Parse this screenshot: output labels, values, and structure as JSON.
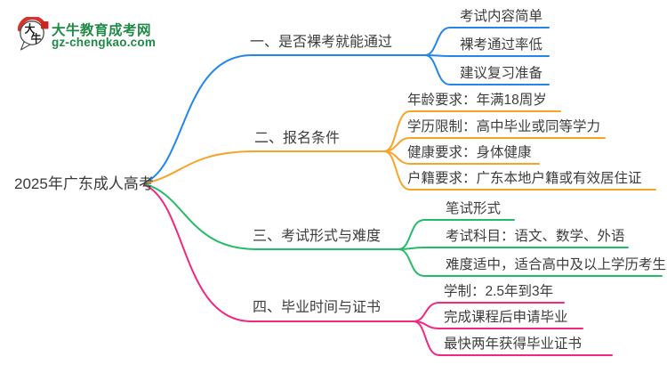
{
  "logo": {
    "title": "大牛教育成考网",
    "domain": "gz-chengkao.com",
    "bubble_char1": "大",
    "bubble_char2": "牛",
    "brand_green": "#1e8a46",
    "seal_red": "#c42a20"
  },
  "root": {
    "label": "2025年广东成人高考"
  },
  "branches": [
    {
      "label": "一、是否裸考就能通过",
      "color": "#2287e9",
      "children": [
        "考试内容简单",
        "裸考通过率低",
        "建议复习准备"
      ]
    },
    {
      "label": "二、报名条件",
      "color": "#f7a42a",
      "children": [
        "年龄要求：年满18周岁",
        "学历限制：高中毕业或同等学力",
        "健康要求：身体健康",
        "户籍要求：广东本地户籍或有效居住证"
      ]
    },
    {
      "label": "三、考试形式与难度",
      "color": "#26bb67",
      "children": [
        "笔试形式",
        "考试科目：语文、数学、外语",
        "难度适中，适合高中及以上学历考生"
      ]
    },
    {
      "label": "四、毕业时间与证书",
      "color": "#f4267e",
      "children": [
        "学制：2.5年到3年",
        "完成课程后申请毕业",
        "最快两年获得毕业证书"
      ]
    }
  ]
}
